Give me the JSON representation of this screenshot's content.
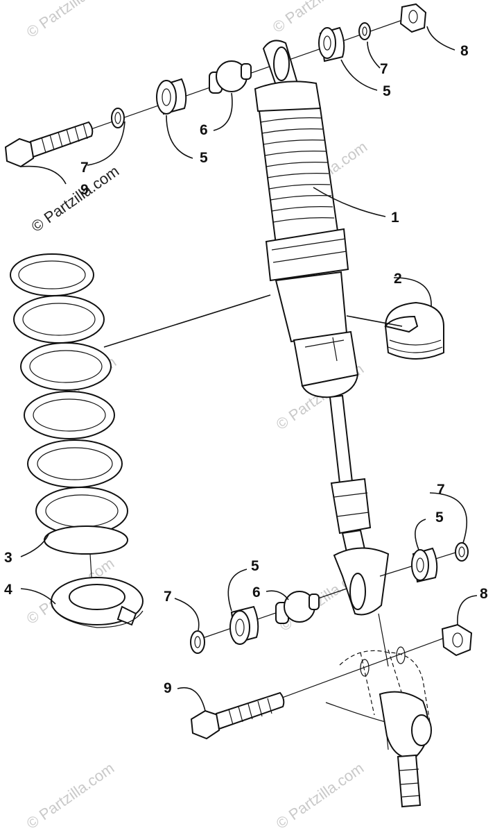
{
  "watermark": {
    "text": "© Partzilla.com"
  },
  "callouts": [
    {
      "id": "1",
      "label": "1"
    },
    {
      "id": "2",
      "label": "2"
    },
    {
      "id": "3",
      "label": "3"
    },
    {
      "id": "4",
      "label": "4"
    },
    {
      "id": "5a",
      "label": "5"
    },
    {
      "id": "5b",
      "label": "5"
    },
    {
      "id": "5c",
      "label": "5"
    },
    {
      "id": "5d",
      "label": "5"
    },
    {
      "id": "6a",
      "label": "6"
    },
    {
      "id": "6b",
      "label": "6"
    },
    {
      "id": "7a",
      "label": "7"
    },
    {
      "id": "7b",
      "label": "7"
    },
    {
      "id": "7c",
      "label": "7"
    },
    {
      "id": "7d",
      "label": "7"
    },
    {
      "id": "8a",
      "label": "8"
    },
    {
      "id": "8b",
      "label": "8"
    },
    {
      "id": "9a",
      "label": "9"
    },
    {
      "id": "9b",
      "label": "9"
    }
  ]
}
